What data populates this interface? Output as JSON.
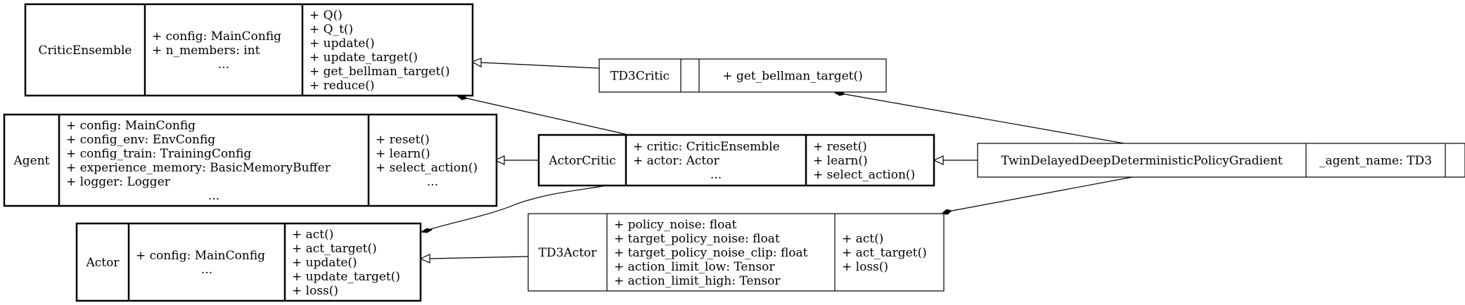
{
  "classes": {
    "critic_ensemble": {
      "name": "CriticEnsemble",
      "attributes": [
        "+ config: MainConfig",
        "+ n_members: int",
        "..."
      ],
      "methods": [
        "+ Q()",
        "+ Q_t()",
        "+ update()",
        "+ update_target()",
        "+ get_bellman_target()",
        "+ reduce()"
      ]
    },
    "td3_critic": {
      "name": "TD3Critic",
      "attributes": [],
      "methods": [
        "+ get_bellman_target()"
      ]
    },
    "agent": {
      "name": "Agent",
      "attributes": [
        "+ config: MainConfig",
        "+ config_env: EnvConfig",
        "+ config_train: TrainingConfig",
        "+ experience_memory: BasicMemoryBuffer",
        "+ logger: Logger",
        "..."
      ],
      "methods": [
        "+ reset()",
        "+ learn()",
        "+ select_action()",
        "..."
      ]
    },
    "actor_critic": {
      "name": "ActorCritic",
      "attributes": [
        "+ critic: CriticEnsemble",
        "+ actor: Actor",
        "..."
      ],
      "methods": [
        "+ reset()",
        "+ learn()",
        "+ select_action()"
      ]
    },
    "td3": {
      "name": "TwinDelayedDeepDeterministicPolicyGradient",
      "attributes": [
        "_agent_name: TD3"
      ],
      "methods": []
    },
    "actor": {
      "name": "Actor",
      "attributes": [
        "+ config: MainConfig",
        "..."
      ],
      "methods": [
        "+ act()",
        "+ act_target()",
        "+ update()",
        "+ update_target()",
        "+ loss()"
      ]
    },
    "td3_actor": {
      "name": "TD3Actor",
      "attributes": [
        "+ policy_noise: float",
        "+ target_policy_noise: float",
        "+ target_policy_noise_clip: float",
        "+ action_limit_low: Tensor",
        "+ action_limit_high: Tensor"
      ],
      "methods": [
        "+ act()",
        "+ act_target()",
        "+ loss()"
      ]
    }
  },
  "relations": [
    {
      "from": "td3_critic",
      "to": "critic_ensemble",
      "kind": "inheritance"
    },
    {
      "from": "actor_critic",
      "to": "agent",
      "kind": "inheritance"
    },
    {
      "from": "td3",
      "to": "actor_critic",
      "kind": "inheritance"
    },
    {
      "from": "td3_actor",
      "to": "actor",
      "kind": "inheritance"
    },
    {
      "from": "actor_critic",
      "to": "critic_ensemble",
      "kind": "composition"
    },
    {
      "from": "actor_critic",
      "to": "actor",
      "kind": "composition"
    },
    {
      "from": "td3",
      "to": "td3_critic",
      "kind": "composition"
    },
    {
      "from": "td3",
      "to": "td3_actor",
      "kind": "composition"
    }
  ]
}
